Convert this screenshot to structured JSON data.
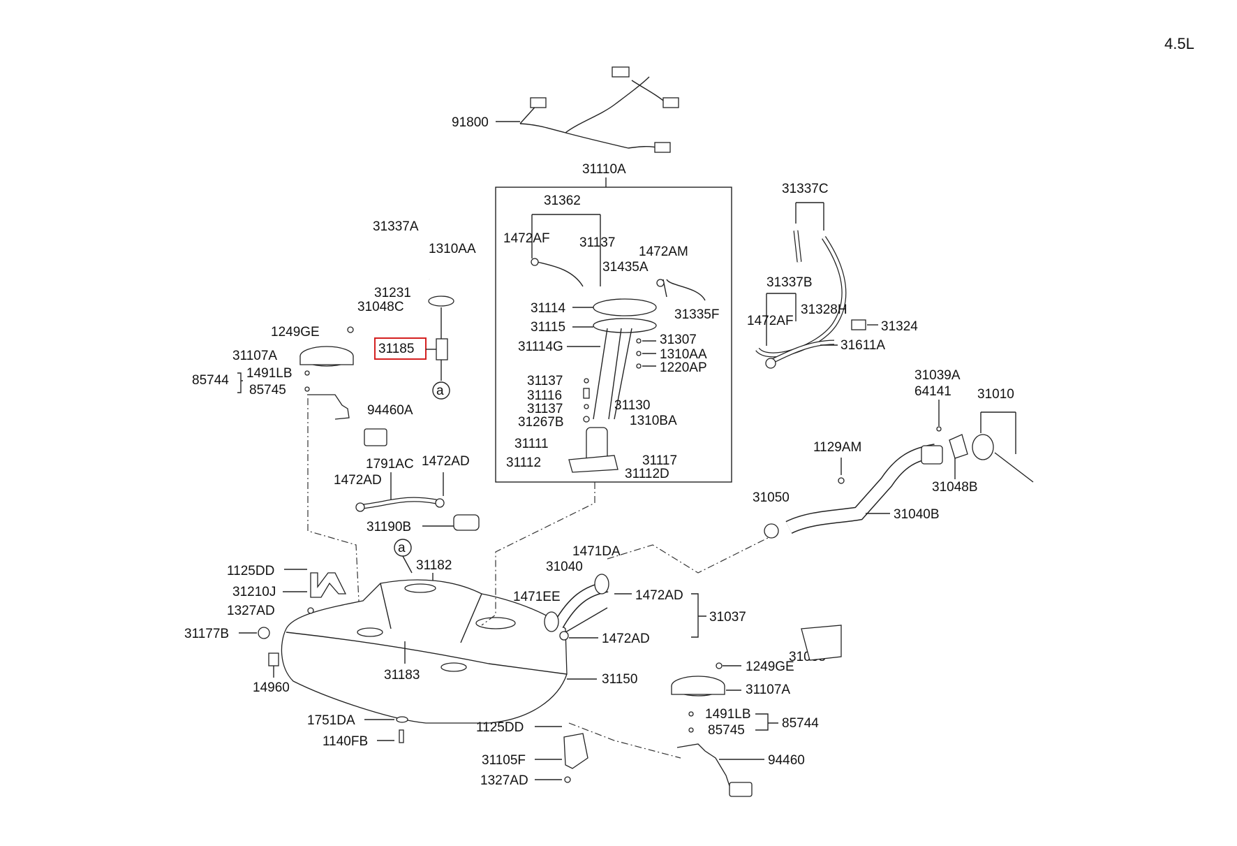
{
  "diagram": {
    "variant": "4.5L",
    "highlight_color": "#d42020",
    "labels": {
      "p91800": "91800",
      "p31110A": "31110A",
      "p31362": "31362",
      "p1472AF_a": "1472AF",
      "p31137_a": "31137",
      "p1472AM": "1472AM",
      "p31435A": "31435A",
      "p31335F": "31335F",
      "p31114": "31114",
      "p31115": "31115",
      "p31307": "31307",
      "p31114G": "31114G",
      "p1310AA_b": "1310AA",
      "p1220AP": "1220AP",
      "p31137_b": "31137",
      "p31116": "31116",
      "p31130": "31130",
      "p31137_c": "31137",
      "p31267B": "31267B",
      "p1310BA": "1310BA",
      "p31111": "31111",
      "p31112": "31112",
      "p31117": "31117",
      "p31112D": "31112D",
      "p31337A": "31337A",
      "p1310AA_a": "1310AA",
      "p31231": "31231",
      "p31048C": "31048C",
      "p1249GE_a": "1249GE",
      "p31185": "31185",
      "p31107A_a": "31107A",
      "p1491LB_a": "1491LB",
      "p85744_a": "85744",
      "p85745_a": "85745",
      "p94460A": "94460A",
      "circleA_a": "a",
      "p1791AC": "1791AC",
      "p1472AD_a": "1472AD",
      "p1472AD_b": "1472AD",
      "p31190B": "31190B",
      "p31337C": "31337C",
      "p31337B": "31337B",
      "p31328H": "31328H",
      "p1472AF_b": "1472AF",
      "p31324": "31324",
      "p31611A": "31611A",
      "p31039A": "31039A",
      "p64141": "64141",
      "p31010": "31010",
      "p1129AM": "1129AM",
      "p31048B": "31048B",
      "p31050": "31050",
      "p31040B": "31040B",
      "circleA_b": "a",
      "p31182": "31182",
      "p1125DD_a": "1125DD",
      "p31210J": "31210J",
      "p1327AD_a": "1327AD",
      "p31177B": "31177B",
      "p14960": "14960",
      "p31183": "31183",
      "p31150": "31150",
      "p1471DA": "1471DA",
      "p31040": "31040",
      "p1471EE": "1471EE",
      "p1472AD_c": "1472AD",
      "p31037": "31037",
      "p1472AD_d": "1472AD",
      "p31038": "31038",
      "p1249GE_b": "1249GE",
      "p31107A_b": "31107A",
      "p1491LB_b": "1491LB",
      "p85744_b": "85744",
      "p85745_b": "85745",
      "p1751DA": "1751DA",
      "p1125DD_b": "1125DD",
      "p1140FB": "1140FB",
      "p31105F": "31105F",
      "p1327AD_b": "1327AD",
      "p94460": "94460"
    }
  }
}
